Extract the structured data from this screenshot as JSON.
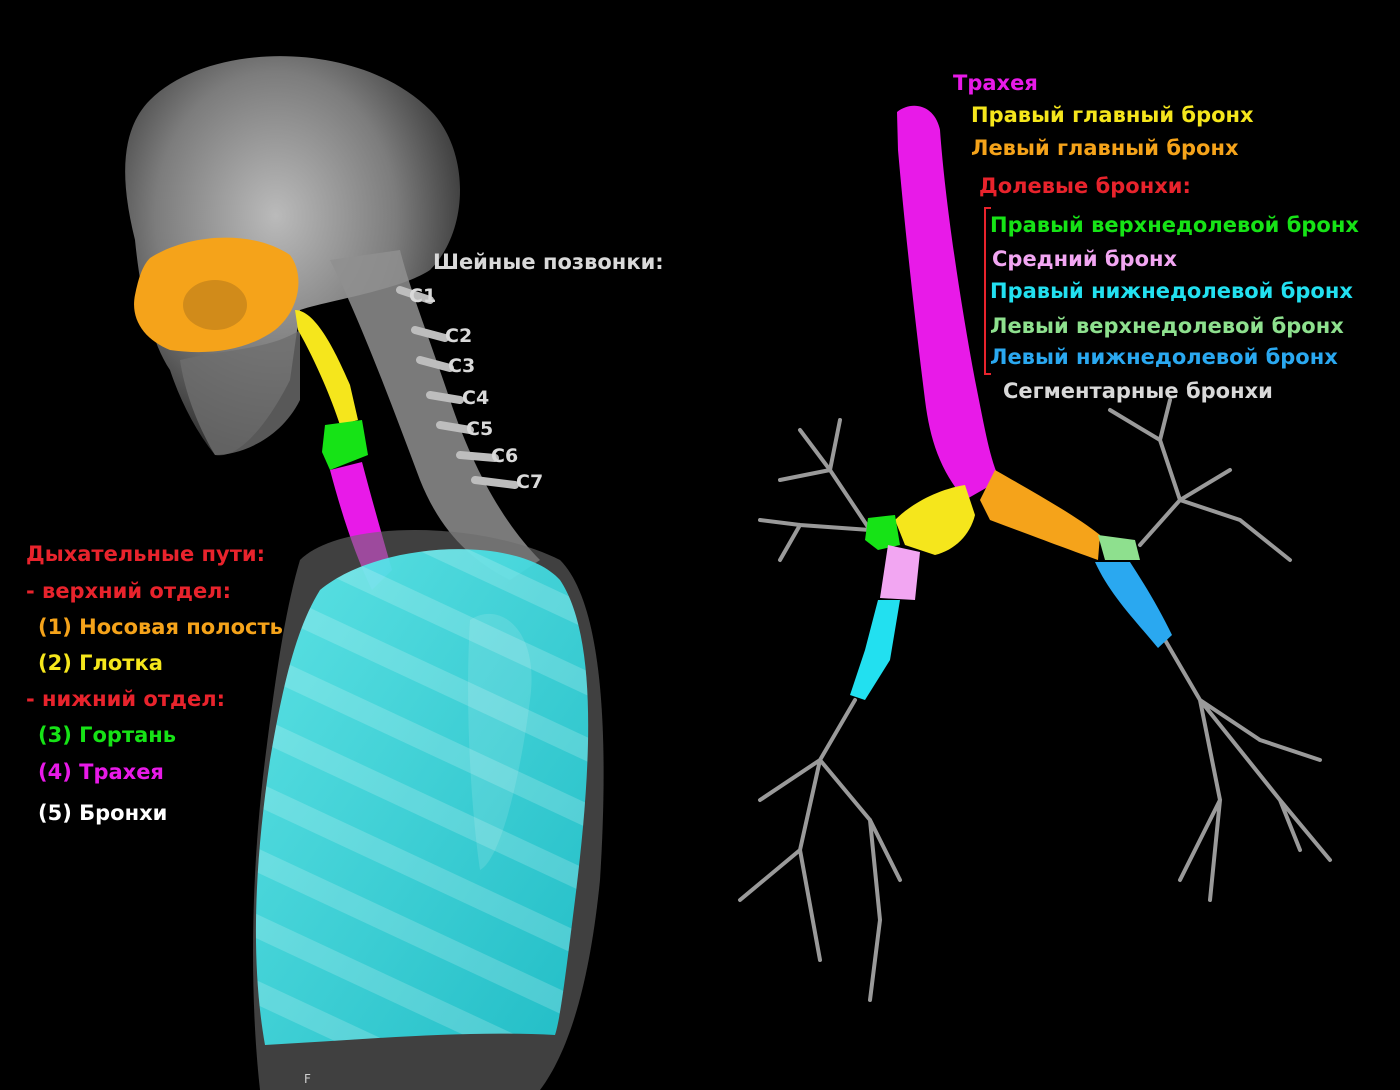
{
  "cervical": {
    "title": "Шейные позвонки:",
    "labels": [
      "C1",
      "C2",
      "C3",
      "C4",
      "C5",
      "C6",
      "C7"
    ]
  },
  "airways_legend": {
    "title": "Дыхательные пути:",
    "upper": "- верхний отдел:",
    "nasal": "(1) Носовая полость",
    "pharynx": "(2) Глотка",
    "lower": "- нижний отдел:",
    "larynx": "(3) Гортань",
    "trachea": "(4) Трахея",
    "bronchi": "(5) Бронхи"
  },
  "bronchial_tree": {
    "trachea": "Трахея",
    "right_main": "Правый главный бронх",
    "left_main": "Левый главный бронх",
    "lobar_title": "Долевые бронхи:",
    "right_upper": "Правый верхнедолевой бронх",
    "middle": "Средний бронх",
    "right_lower": "Правый нижнедолевой бронх",
    "left_upper": "Левый верхнедолевой бронх",
    "left_lower": "Левый нижнедолевой бронх",
    "segmental": "Сегментарные бронхи"
  },
  "view_marker": "F",
  "colors": {
    "nasal": "#f5a31a",
    "pharynx": "#f5e61c",
    "larynx": "#16e316",
    "trachea": "#e81ae8",
    "lungs": "#2fe0e6",
    "right_upper": "#16e316",
    "middle": "#f2a6f2",
    "right_lower": "#22e0f0",
    "left_upper": "#8ee08e",
    "left_lower": "#2aa8f0",
    "bone": "#9a9a9a"
  }
}
